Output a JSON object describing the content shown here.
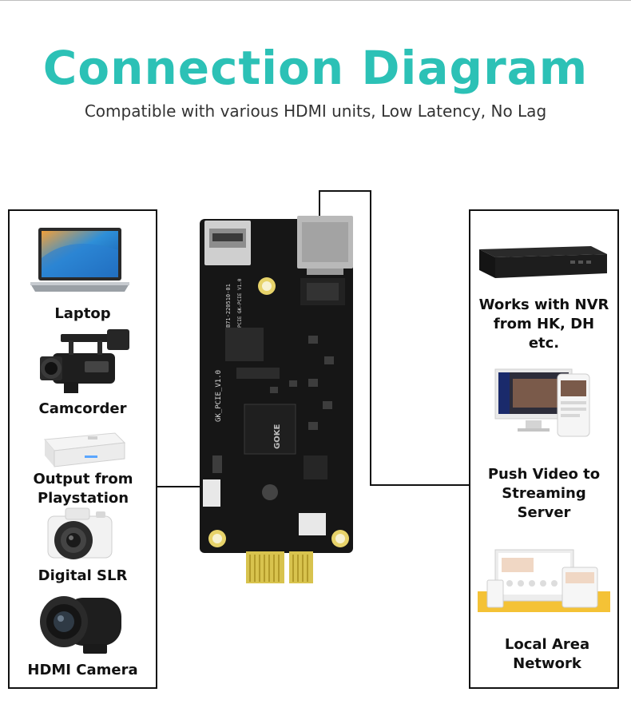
{
  "title": "Connection Diagram",
  "subtitle": "Compatible with various HDMI units, Low Latency, No Lag",
  "inputs": [
    {
      "label": "Laptop",
      "icon": "laptop-icon"
    },
    {
      "label": "Camcorder",
      "icon": "camcorder-icon"
    },
    {
      "label": "Output from Playstation",
      "icon": "playstation-icon"
    },
    {
      "label": "Digital SLR",
      "icon": "dslr-camera-icon"
    },
    {
      "label": "HDMI Camera",
      "icon": "hdmi-camera-icon"
    }
  ],
  "outputs": [
    {
      "label": "Works with NVR from HK, DH etc.",
      "icon": "nvr-icon"
    },
    {
      "label": "Push Video to Streaming Server",
      "icon": "streaming-devices-icon"
    },
    {
      "label": "Local Area Network",
      "icon": "lan-devices-icon"
    }
  ],
  "board": {
    "chip_brand": "GOKE",
    "silk_model": "GK_PCIE_V1.0",
    "silk_date": "B71-220510-01",
    "silk_pcie": "PCIE GK-PCIE V1.0"
  },
  "colors": {
    "title": "#2cc1b6",
    "board": "#161616",
    "pad": "#e7d36a"
  }
}
